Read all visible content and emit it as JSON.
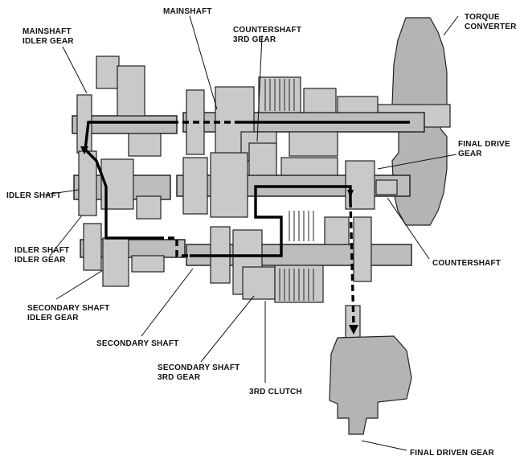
{
  "labels": {
    "mainshaft_idler_gear_1": "MAINSHAFT",
    "mainshaft_idler_gear_2": "IDLER GEAR",
    "mainshaft": "MAINSHAFT",
    "countershaft_3rd_gear_1": "COUNTERSHAFT",
    "countershaft_3rd_gear_2": "3RD GEAR",
    "torque_converter_1": "TORQUE",
    "torque_converter_2": "CONVERTER",
    "final_drive_gear_1": "FINAL DRIVE",
    "final_drive_gear_2": "GEAR",
    "idler_shaft": "IDLER SHAFT",
    "idler_shaft_idler_gear_1": "IDLER SHAFT",
    "idler_shaft_idler_gear_2": "IDLER GEAR",
    "countershaft": "COUNTERSHAFT",
    "secondary_shaft_idler_gear_1": "SECONDARY SHAFT",
    "secondary_shaft_idler_gear_2": "IDLER GEAR",
    "secondary_shaft": "SECONDARY SHAFT",
    "secondary_shaft_3rd_gear_1": "SECONDARY SHAFT",
    "secondary_shaft_3rd_gear_2": "3RD GEAR",
    "third_clutch": "3RD CLUTCH",
    "final_driven_gear": "FINAL DRIVEN GEAR"
  },
  "colors": {
    "part_fill": "#c9c9c9",
    "flow_line": "#000000"
  }
}
